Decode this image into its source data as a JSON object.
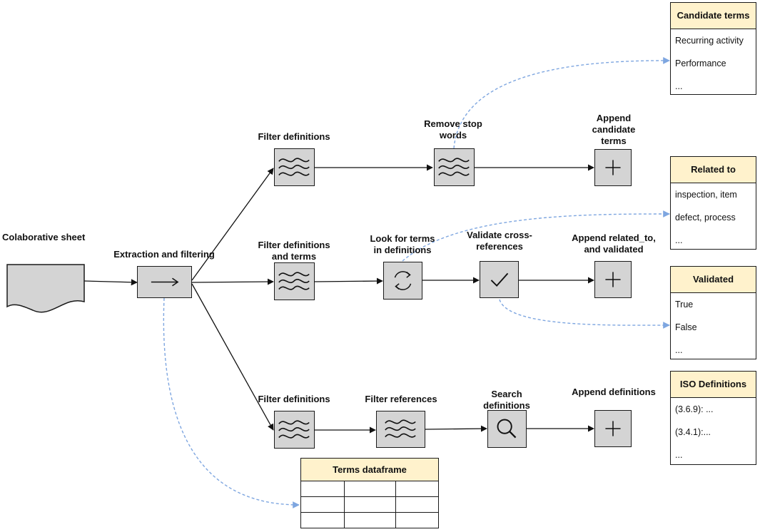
{
  "source": {
    "label": "Colaborative sheet"
  },
  "extraction": {
    "label": "Extraction and filtering"
  },
  "top_branch": {
    "filter": "Filter definitions",
    "stop_words": "Remove stop words",
    "append": "Append candidate terms"
  },
  "middle_branch": {
    "filter": "Filter definitions and terms",
    "look": "Look for terms in definitions",
    "validate": "Validate cross- references",
    "append": "Append related_to, and validated"
  },
  "bottom_branch": {
    "filter": "Filter definitions",
    "references": "Filter references",
    "search": "Search definitions",
    "append": "Append definitions"
  },
  "outputs": {
    "candidate_terms": {
      "title": "Candidate terms",
      "rows": [
        "Recurring activity",
        "Performance",
        "..."
      ]
    },
    "related_to": {
      "title": "Related to",
      "rows": [
        "inspection, item",
        "defect, process",
        "..."
      ]
    },
    "validated": {
      "title": "Validated",
      "rows": [
        "True",
        "False",
        "..."
      ]
    },
    "iso_definitions": {
      "title": "ISO Definitions",
      "rows": [
        "(3.6.9): ...",
        "(3.4.1):...",
        "..."
      ]
    }
  },
  "terms_dataframe": {
    "title": "Terms dataframe"
  },
  "colors": {
    "node_fill": "#d4d4d4",
    "header_fill": "#fff2cc",
    "dashed_link": "#7ea6e0",
    "stroke": "#1a1a1a"
  },
  "icons": {
    "filter": "filter-wave-icon",
    "arrow": "right-arrow-icon",
    "refresh": "refresh-icon",
    "check": "checkmark-icon",
    "search": "magnifier-icon",
    "append": "plus-icon"
  }
}
